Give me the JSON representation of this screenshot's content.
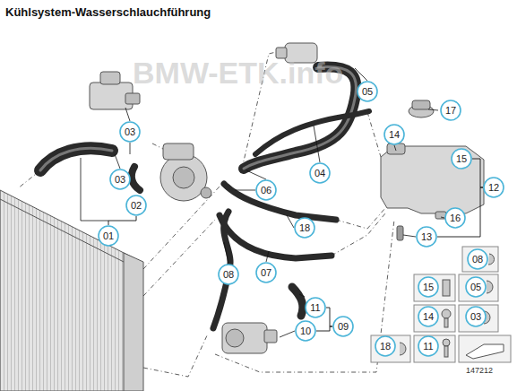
{
  "diagram": {
    "title": "Kühlsystem-Wasserschlauchführung",
    "nodes": [
      {
        "text": [
          "03"
        ]
      },
      {
        "text": [
          "05"
        ]
      },
      {
        "text": [
          "17"
        ]
      },
      {
        "text": [
          "14"
        ]
      },
      {
        "text": [
          "15"
        ]
      },
      {
        "text": [
          "03"
        ]
      },
      {
        "text": [
          "04"
        ]
      },
      {
        "text": [
          "02"
        ]
      },
      {
        "text": [
          "06"
        ]
      },
      {
        "text": [
          "12"
        ]
      },
      {
        "text": [
          "18"
        ]
      },
      {
        "text": [
          "16"
        ]
      },
      {
        "text": [
          "01"
        ]
      },
      {
        "text": [
          "13"
        ]
      },
      {
        "text": [
          "08"
        ]
      },
      {
        "text": [
          "08"
        ]
      },
      {
        "text": [
          "07"
        ]
      },
      {
        "text": [
          "15"
        ]
      },
      {
        "text": [
          "05"
        ]
      },
      {
        "text": [
          "11"
        ]
      },
      {
        "text": [
          "14"
        ]
      },
      {
        "text": [
          "03"
        ]
      },
      {
        "text": [
          "09"
        ]
      },
      {
        "text": [
          "10"
        ]
      },
      {
        "text": [
          "18"
        ]
      },
      {
        "text": [
          "11"
        ]
      }
    ],
    "edges": [
      {
        "from": 12,
        "to": 7,
        "arrow": "none"
      },
      {
        "from": 22,
        "to": 19,
        "arrow": "none"
      },
      {
        "from": 22,
        "to": 23,
        "arrow": "none"
      },
      {
        "from": 9,
        "to": 4,
        "arrow": "none"
      },
      {
        "from": 9,
        "to": 13,
        "arrow": "none"
      }
    ],
    "labels": [
      "BMW-ETK.info",
      "147212"
    ]
  }
}
